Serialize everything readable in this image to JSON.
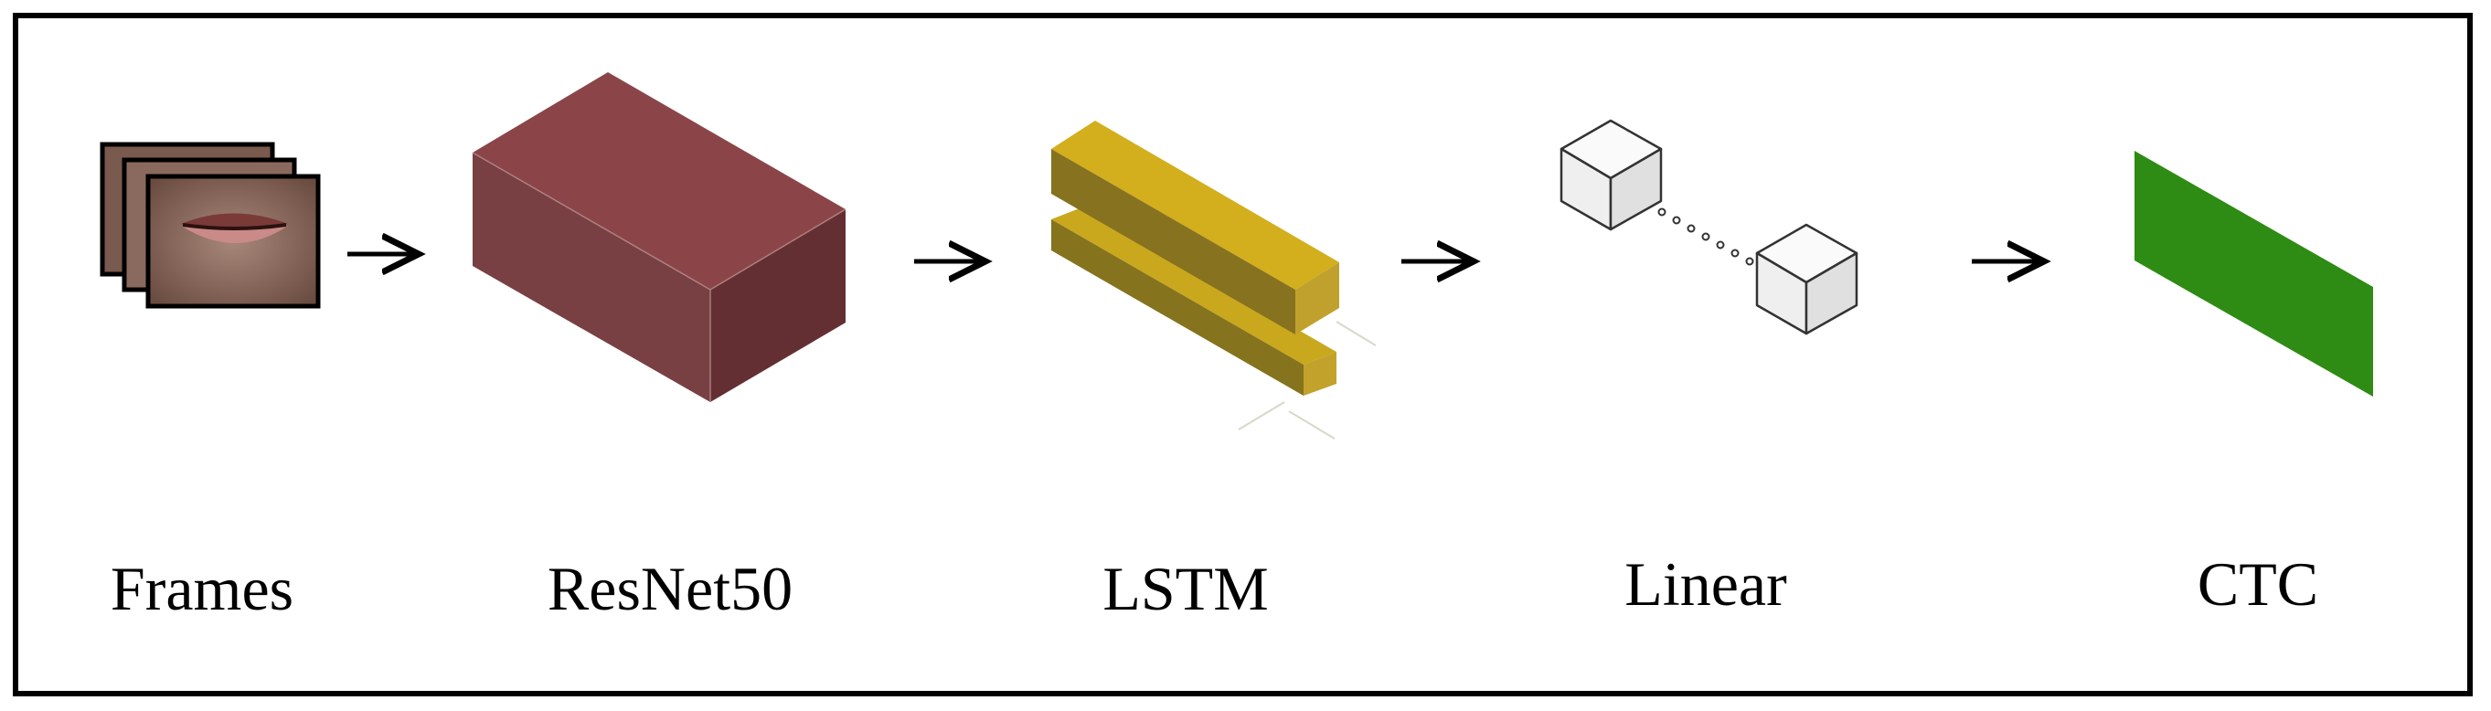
{
  "diagram": {
    "stages": [
      {
        "id": "frames",
        "label": "Frames",
        "shape": "stacked-image-frames"
      },
      {
        "id": "resnet50",
        "label": "ResNet50",
        "shape": "maroon-3d-block",
        "color": "#87474a"
      },
      {
        "id": "lstm",
        "label": "LSTM",
        "shape": "two-gold-3d-bars",
        "color": "#c9a81e"
      },
      {
        "id": "linear",
        "label": "Linear",
        "shape": "two-cubes-dotted-link",
        "color": "#eeeeee"
      },
      {
        "id": "ctc",
        "label": "CTC",
        "shape": "green-parallelogram",
        "color": "#2e8b13"
      }
    ],
    "connectors": [
      {
        "from": "frames",
        "to": "resnet50",
        "icon": "arrow-right-icon"
      },
      {
        "from": "resnet50",
        "to": "lstm",
        "icon": "arrow-right-icon"
      },
      {
        "from": "lstm",
        "to": "linear",
        "icon": "arrow-right-icon"
      },
      {
        "from": "linear",
        "to": "ctc",
        "icon": "arrow-right-icon"
      }
    ]
  }
}
